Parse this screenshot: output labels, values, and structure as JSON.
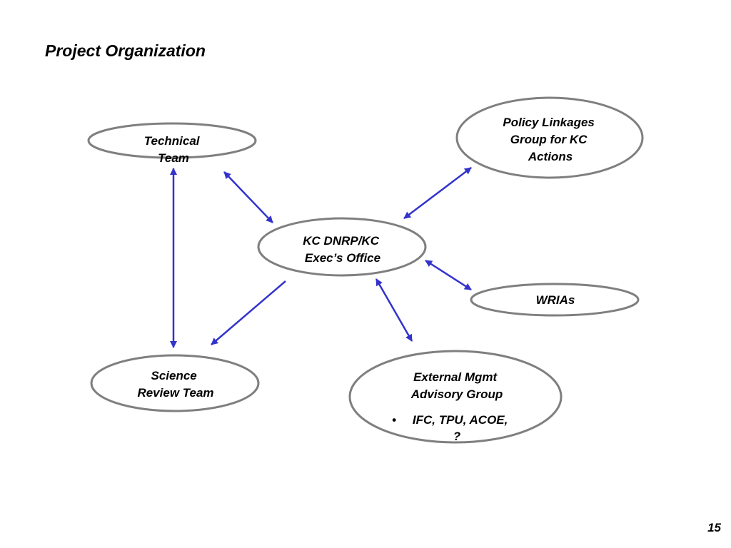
{
  "slide": {
    "title": "Project Organization",
    "page_number": "15"
  },
  "colors": {
    "node_border": "#7f7f7f",
    "connector": "#3333cc",
    "text": "#000000"
  },
  "nodes": {
    "technical_team": {
      "line1": "Technical",
      "line2": "Team"
    },
    "policy_linkages": {
      "line1": "Policy Linkages",
      "line2": "Group for KC",
      "line3": "Actions"
    },
    "kc_dnrp": {
      "line1": "KC DNRP/KC",
      "line2": "Exec’s Office"
    },
    "wrias": {
      "line1": "WRIAs"
    },
    "science_review": {
      "line1": "Science",
      "line2": "Review Team"
    },
    "external_mgmt": {
      "line1": "External Mgmt",
      "line2": "Advisory Group",
      "bullet": "•",
      "bullet_line1": "IFC, TPU, ACOE,",
      "bullet_line2": "?"
    }
  },
  "connections": [
    {
      "from": "Technical Team",
      "to": "Science Review Team",
      "direction": "both"
    },
    {
      "from": "Technical Team",
      "to": "KC DNRP/KC Exec’s Office",
      "direction": "both"
    },
    {
      "from": "KC DNRP/KC Exec’s Office",
      "to": "Policy Linkages Group for KC Actions",
      "direction": "both"
    },
    {
      "from": "KC DNRP/KC Exec’s Office",
      "to": "WRIAs",
      "direction": "both"
    },
    {
      "from": "KC DNRP/KC Exec’s Office",
      "to": "External Mgmt Advisory Group",
      "direction": "both"
    },
    {
      "from": "KC DNRP/KC Exec’s Office",
      "to": "Science Review Team",
      "direction": "one-way"
    }
  ]
}
